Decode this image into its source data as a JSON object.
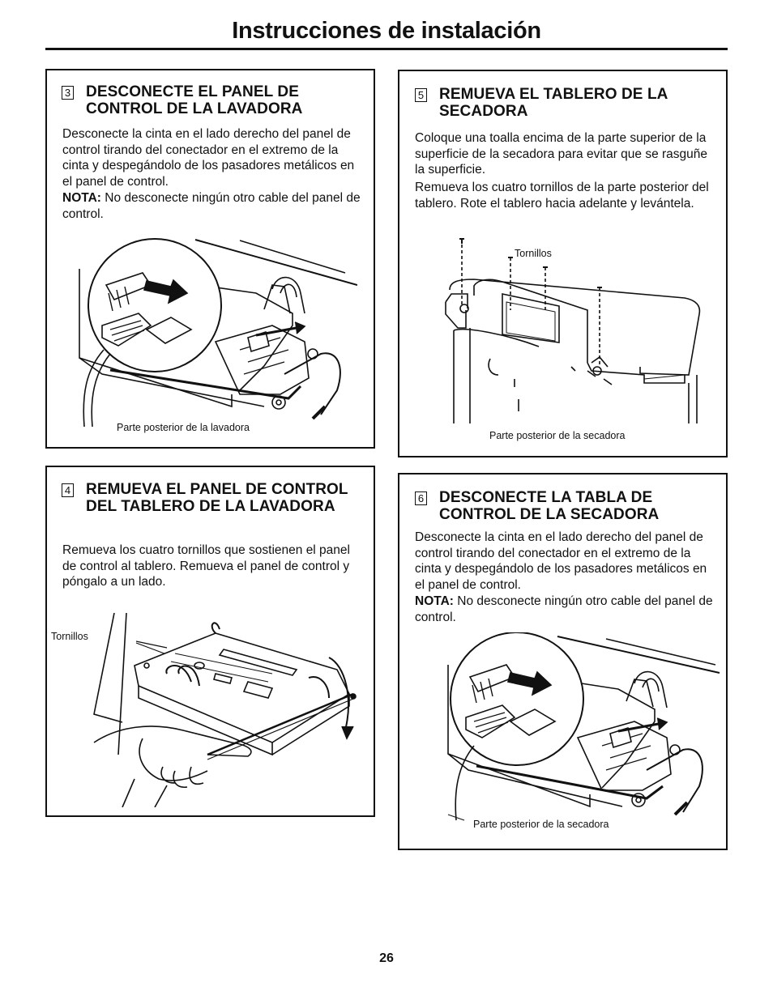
{
  "page": {
    "title": "Instrucciones de instalación",
    "page_number": "26"
  },
  "steps": [
    {
      "number": "3",
      "title": "DESCONECTE EL PANEL DE CONTROL DE LA LAVADORA",
      "body": "Desconecte la cinta en el lado derecho del panel de control tirando del conectador en el extremo de la cinta y despegándolo de los pasadores metálicos en el panel de control.",
      "note_label": "NOTA:",
      "note_text": " No desconecte ningún otro cable del panel de control.",
      "caption": "Parte posterior de la lavadora"
    },
    {
      "number": "4",
      "title": "REMUEVA EL PANEL DE CONTROL DEL TABLERO DE LA LAVADORA",
      "body": "Remueva los cuatro tornillos que sostienen el panel de control al tablero. Remueva el panel de control y póngalo a un lado.",
      "label": "Tornillos"
    },
    {
      "number": "5",
      "title": "REMUEVA EL TABLERO DE LA SECADORA",
      "body1": "Coloque una toalla encima de la parte superior de la superficie de la secadora para evitar que se rasguñe la superficie.",
      "body2": "Remueva los cuatro tornillos de la parte posterior del tablero. Rote el tablero hacia adelante y levántela.",
      "label": "Tornillos",
      "caption": "Parte posterior de la secadora"
    },
    {
      "number": "6",
      "title": "DESCONECTE LA TABLA DE CONTROL DE LA SECADORA",
      "body": "Desconecte la cinta en el lado derecho del panel de control tirando del conectador en el extremo de la cinta y despegándolo de los pasadores metálicos en el panel de control.",
      "note_label": "NOTA:",
      "note_text": " No desconecte ningún otro cable del panel de control.",
      "caption": "Parte posterior de la secadora"
    }
  ]
}
